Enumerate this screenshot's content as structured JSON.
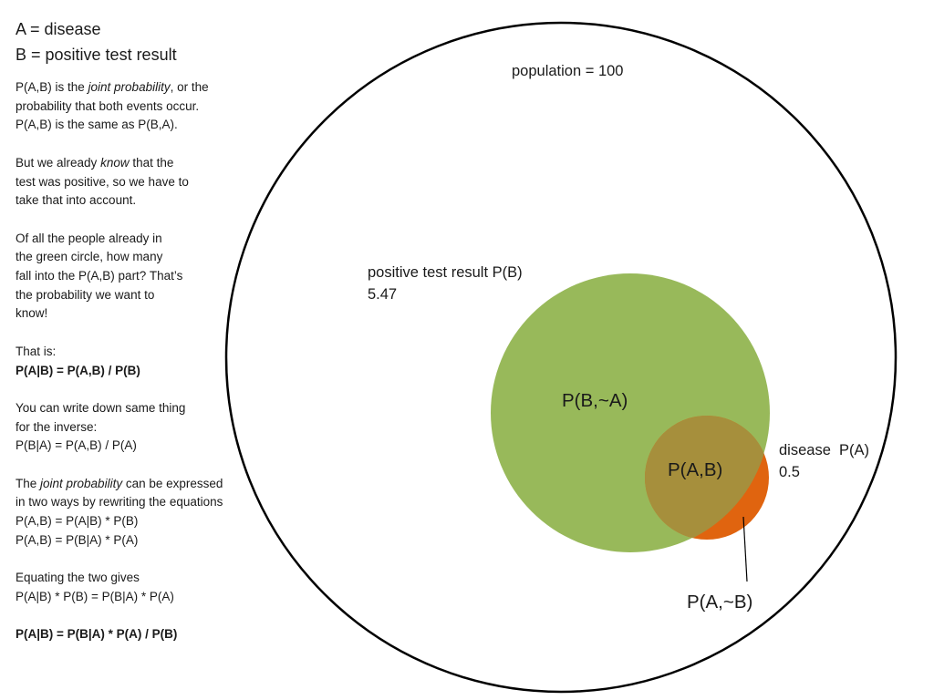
{
  "sidebar": {
    "def_a": "A = disease",
    "def_b": "B = positive test result",
    "p1_line1_pre": "P(A,B) is the ",
    "p1_line1_em": "joint probability",
    "p1_line1_post": ", or the",
    "p1_line2": "probability that both events occur.",
    "p1_line3": "P(A,B) is the same as P(B,A).",
    "p2_line1_pre": "But we already ",
    "p2_line1_em": "know",
    "p2_line1_post": " that the",
    "p2_line2": "test was positive, so we have to",
    "p2_line3": "take that into account.",
    "p3_line1": "Of all the people already in",
    "p3_line2": "the green circle, how many",
    "p3_line3": "fall into the P(A,B) part? That’s",
    "p3_line4": "the probability we want to",
    "p3_line5": "know!",
    "p4_line1": "That is:",
    "p4_line2": "P(A|B) = P(A,B) / P(B)",
    "p5_line1": "You can write down same thing",
    "p5_line2": "for the inverse:",
    "p5_line3": "P(B|A) = P(A,B) / P(A)",
    "p6_line1_pre": "The ",
    "p6_line1_em": "joint probability",
    "p6_line1_post": " can be expressed",
    "p6_line2": "in two ways by rewriting the equations",
    "p6_line3": "P(A,B) = P(A|B) * P(B)",
    "p6_line4": "P(A,B) = P(B|A) * P(A)",
    "p7_line1": "Equating the two gives",
    "p7_line2": "P(A|B) * P(B) = P(B|A) * P(A)",
    "p8_line1": "P(A|B) = P(B|A) * P(A) / P(B)"
  },
  "diagram": {
    "population_label": "population = 100",
    "positive_label": "positive test result P(B)",
    "positive_value": "5.47",
    "b_not_a_label": "P(B,~A)",
    "a_and_b_label": "P(A,B)",
    "disease_label": "disease  P(A)",
    "disease_value": "0.5",
    "a_not_b_label": "P(A,~B)",
    "colors": {
      "outline": "#000000",
      "positive_fill": "#98b95a",
      "disease_fill": "#e0640f",
      "overlap_fill": "#a68f3c"
    }
  }
}
